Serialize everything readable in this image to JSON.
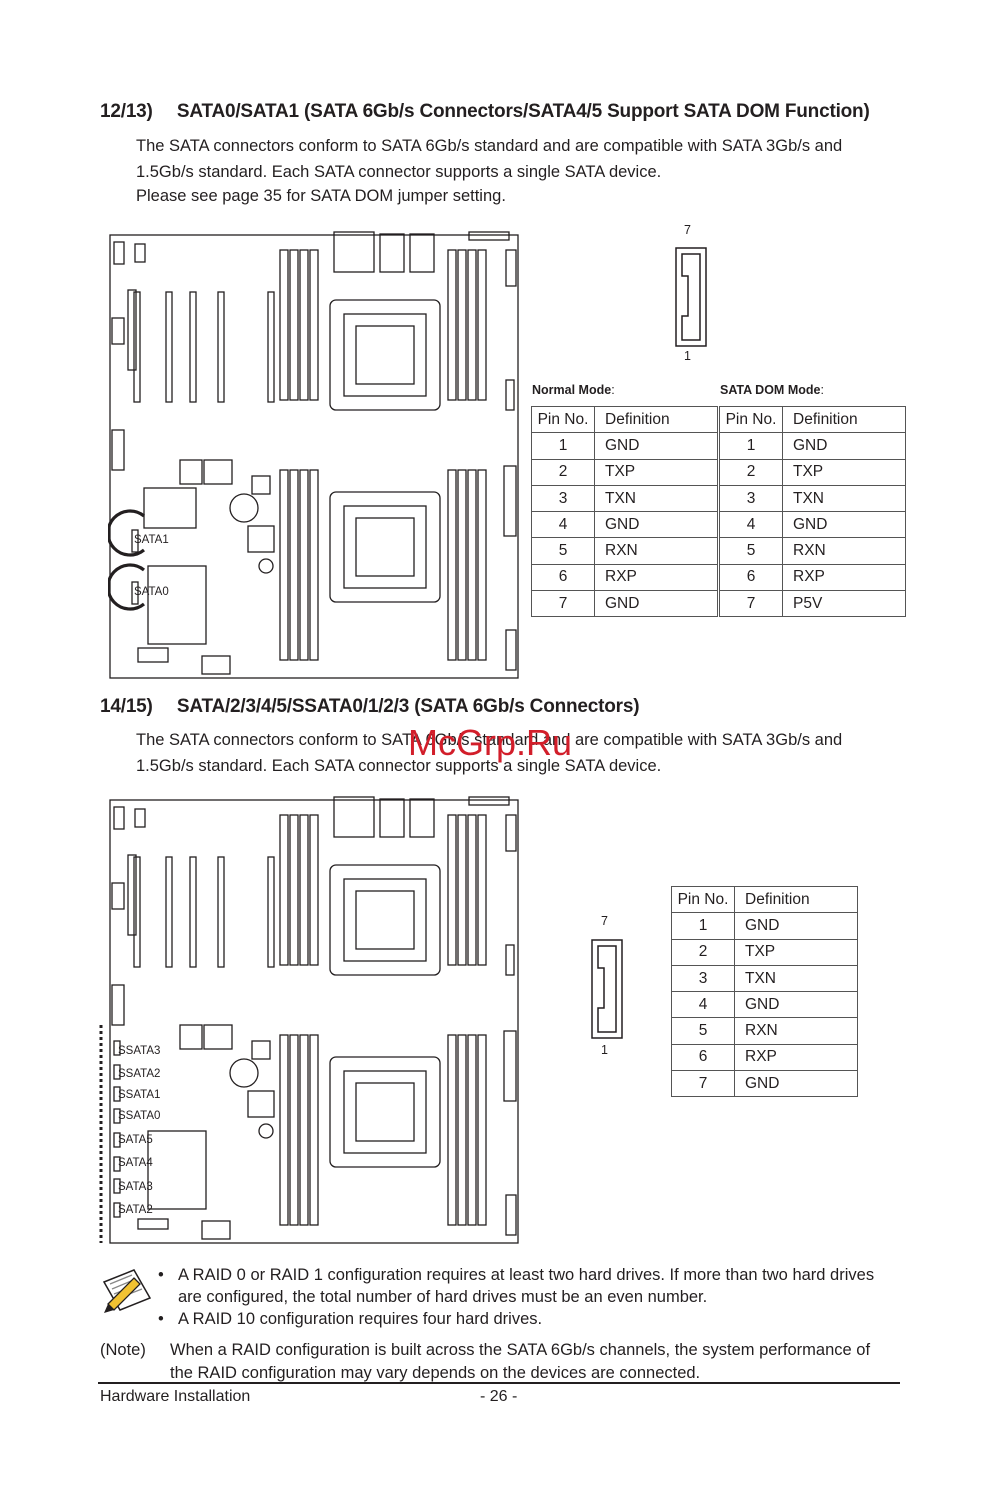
{
  "section1": {
    "number": "12/13)",
    "title": "SATA0/SATA1 (SATA 6Gb/s Connectors/SATA4/5 Support SATA DOM Function)",
    "lines": [
      "The SATA connectors conform to SATA 6Gb/s standard and are compatible with SATA 3Gb/s and",
      "1.5Gb/s standard. Each SATA connector supports a single SATA device.",
      "Please see page 35 for SATA  DOM jumper setting."
    ],
    "board_labels": [
      "SATA1",
      "SATA0"
    ],
    "connector": {
      "top": "7",
      "bottom": "1"
    },
    "normal_mode": {
      "label": "Normal Mode",
      "suffix": ":",
      "headers": [
        "Pin No.",
        "Definition"
      ],
      "rows": [
        [
          "1",
          "GND"
        ],
        [
          "2",
          "TXP"
        ],
        [
          "3",
          "TXN"
        ],
        [
          "4",
          "GND"
        ],
        [
          "5",
          "RXN"
        ],
        [
          "6",
          "RXP"
        ],
        [
          "7",
          "GND"
        ]
      ]
    },
    "dom_mode": {
      "label": "SATA DOM Mode",
      "suffix": ":",
      "headers": [
        "Pin No.",
        "Definition"
      ],
      "rows": [
        [
          "1",
          "GND"
        ],
        [
          "2",
          "TXP"
        ],
        [
          "3",
          "TXN"
        ],
        [
          "4",
          "GND"
        ],
        [
          "5",
          "RXN"
        ],
        [
          "6",
          "RXP"
        ],
        [
          "7",
          "P5V"
        ]
      ]
    }
  },
  "section2": {
    "number": "14/15)",
    "title": "SATA/2/3/4/5/SSATA0/1/2/3 (SATA 6Gb/s Connectors)",
    "lines": [
      "The SATA connectors conform to SATA 6Gb/s standard and are compatible with SATA 3Gb/s and",
      "1.5Gb/s standard. Each SATA connector supports a single SATA device."
    ],
    "board_labels": [
      "SSATA3",
      "SSATA2",
      "SSATA1",
      "SSATA0",
      "SATA5",
      "SATA4",
      "SATA3",
      "SATA2"
    ],
    "connector": {
      "top": "7",
      "bottom": "1"
    },
    "table": {
      "headers": [
        "Pin No.",
        "Definition"
      ],
      "rows": [
        [
          "1",
          "GND"
        ],
        [
          "2",
          "TXP"
        ],
        [
          "3",
          "TXN"
        ],
        [
          "4",
          "GND"
        ],
        [
          "5",
          "RXN"
        ],
        [
          "6",
          "RXP"
        ],
        [
          "7",
          "GND"
        ]
      ]
    }
  },
  "notes": {
    "bullets": [
      "A RAID 0 or RAID 1 configuration requires at least two hard drives. If more than two hard drives",
      "are configured, the total number of hard drives must be an even number.",
      "A RAID 10 configuration requires four hard drives."
    ],
    "note_label": "(Note)",
    "note_lines": [
      "When a RAID configuration is built across the SATA 6Gb/s channels, the system performance of",
      "the RAID configuration may vary depends on the devices are connected."
    ]
  },
  "footer": {
    "left": "Hardware Installation",
    "page": "- 26 -"
  },
  "watermark": "McGrp.Ru",
  "colors": {
    "text": "#231f20",
    "watermark": "#d21e2a"
  }
}
